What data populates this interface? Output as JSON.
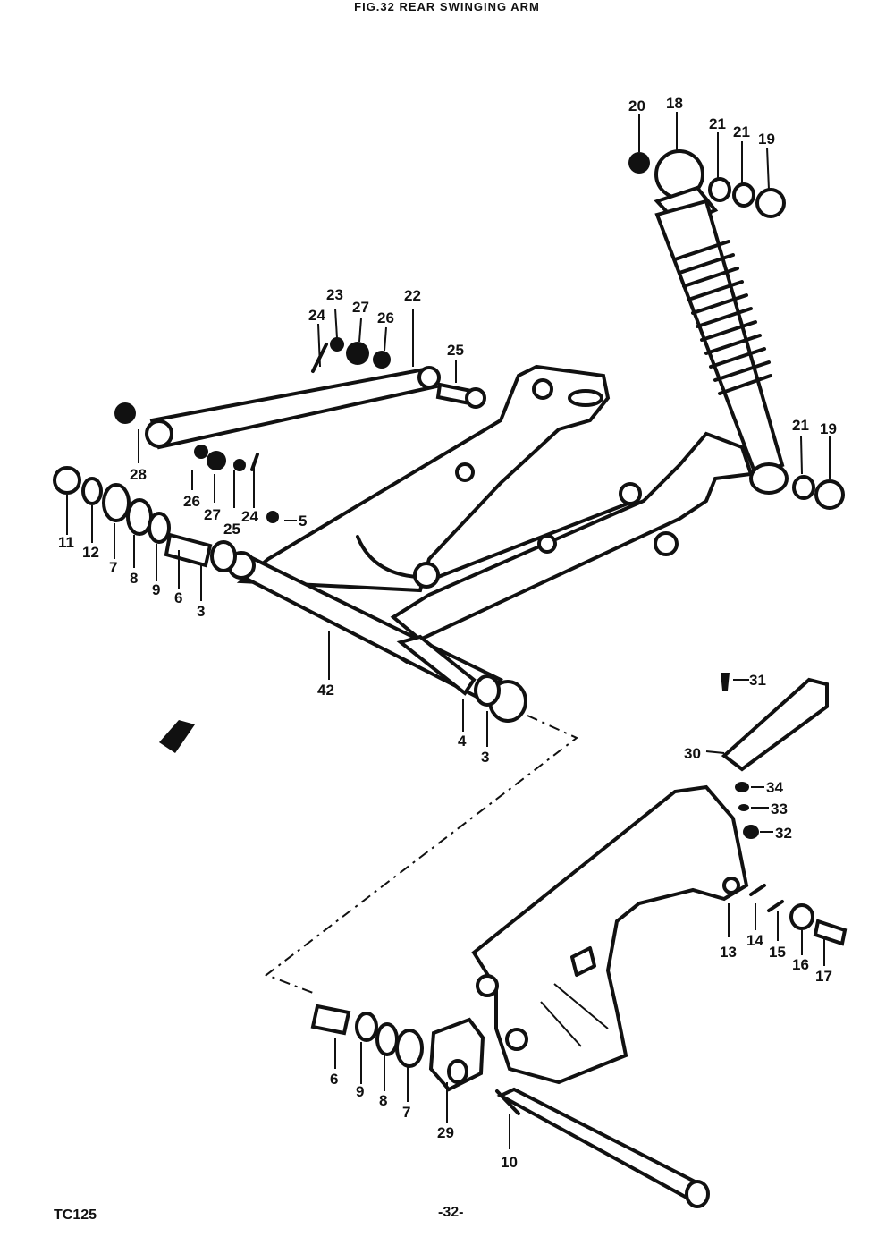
{
  "figure": {
    "title": "FIG.32 REAR SWINGING ARM",
    "model_code": "TC125",
    "page_number": "-32-"
  },
  "callouts": {
    "c20": "20",
    "c18": "18",
    "c21a": "21",
    "c21b": "21",
    "c19a": "19",
    "c23": "23",
    "c27a": "27",
    "c24a": "24",
    "c26a": "26",
    "c22": "22",
    "c25a": "25",
    "c28": "28",
    "c26b": "26",
    "c27b": "27",
    "c25b": "25",
    "c24b": "24",
    "c5": "5",
    "c11": "11",
    "c12": "12",
    "c7a": "7",
    "c8a": "8",
    "c9a": "9",
    "c6a": "6",
    "c3a": "3",
    "c21c": "21",
    "c19b": "19",
    "c42": "42",
    "c4": "4",
    "c3b": "3",
    "c31": "31",
    "c30": "30",
    "c34": "34",
    "c33": "33",
    "c32": "32",
    "c13": "13",
    "c14": "14",
    "c15": "15",
    "c16": "16",
    "c17": "17",
    "c6b": "6",
    "c9b": "9",
    "c8b": "8",
    "c7b": "7",
    "c29": "29",
    "c10": "10"
  }
}
